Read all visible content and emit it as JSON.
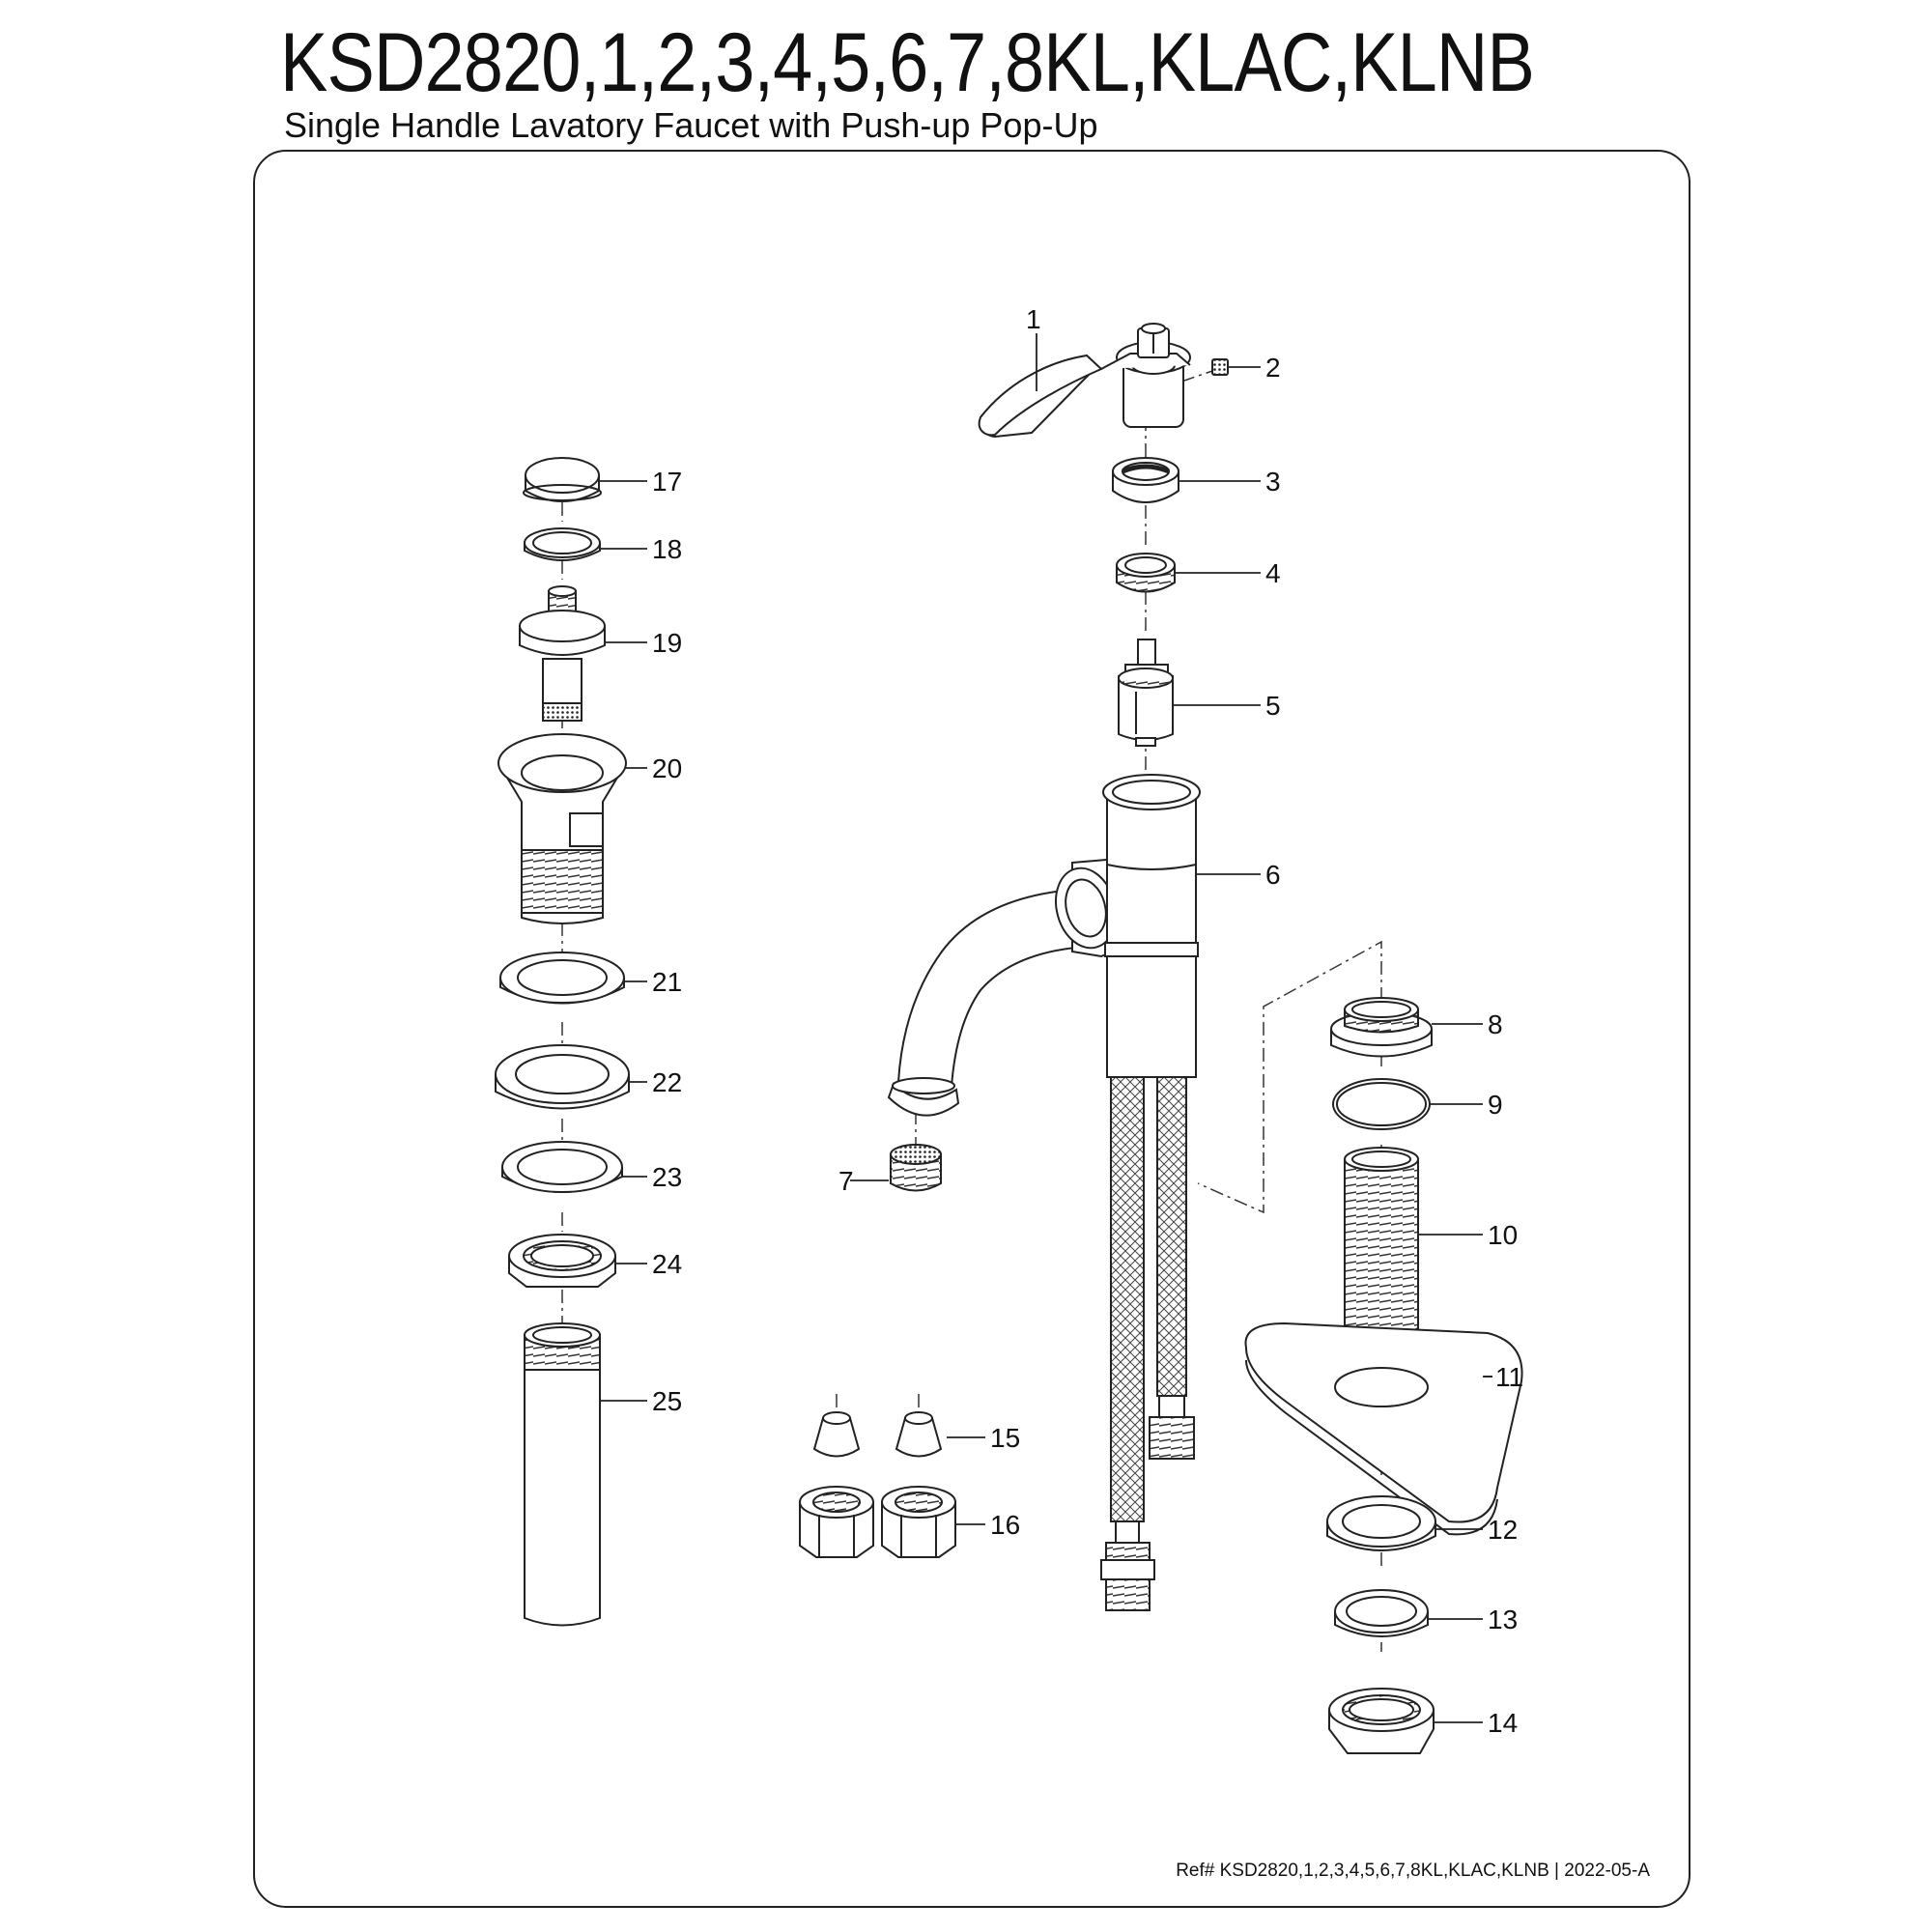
{
  "header": {
    "title": "KSD2820,1,2,3,4,5,6,7,8KL,KLAC,KLNB",
    "subtitle": "Single Handle Lavatory Faucet with Push-up Pop-Up"
  },
  "footer": {
    "reference": "Ref# KSD2820,1,2,3,4,5,6,7,8KL,KLAC,KLNB | 2022-05-A"
  },
  "callouts": [
    "1",
    "2",
    "3",
    "4",
    "5",
    "6",
    "7",
    "8",
    "9",
    "10",
    "11",
    "12",
    "13",
    "14",
    "15",
    "16",
    "17",
    "18",
    "19",
    "20",
    "21",
    "22",
    "23",
    "24",
    "25"
  ]
}
